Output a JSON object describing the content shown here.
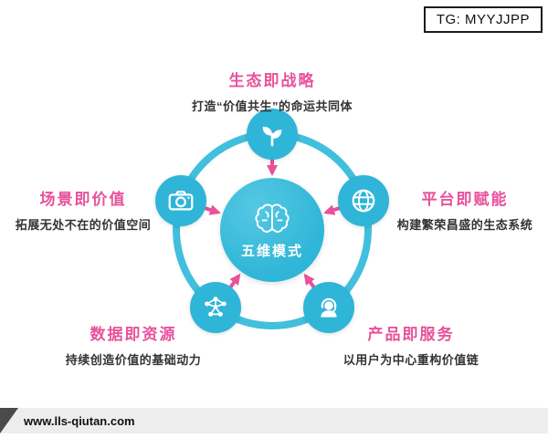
{
  "badge": {
    "text": "TG: MYYJJPP"
  },
  "center": {
    "label": "五维模式",
    "icon": "brain-icon"
  },
  "nodes": [
    {
      "id": "ecosystem",
      "title": "生态即战略",
      "subtitle": "打造“价值共生”的命运共同体",
      "icon": "sprout-icon",
      "position": "top"
    },
    {
      "id": "scene",
      "title": "场景即价值",
      "subtitle": "拓展无处不在的价值空间",
      "icon": "camera-icon",
      "position": "left"
    },
    {
      "id": "platform",
      "title": "平台即赋能",
      "subtitle": "构建繁荣昌盛的生态系统",
      "icon": "globe-icon",
      "position": "right"
    },
    {
      "id": "data",
      "title": "数据即资源",
      "subtitle": "持续创造价值的基础动力",
      "icon": "network-icon",
      "position": "bottom-left"
    },
    {
      "id": "product",
      "title": "产品即服务",
      "subtitle": "以用户为中心重构价值链",
      "icon": "support-icon",
      "position": "bottom-right"
    }
  ],
  "footer": {
    "url": "www.lls-qiutan.com"
  },
  "colors": {
    "cyan": "#2eb5d8",
    "cyan_light": "#41bfdd",
    "pink": "#e8519c",
    "footer_bg": "#ededed",
    "footer_flag": "#4a4a4a",
    "text_dark": "#333333"
  }
}
